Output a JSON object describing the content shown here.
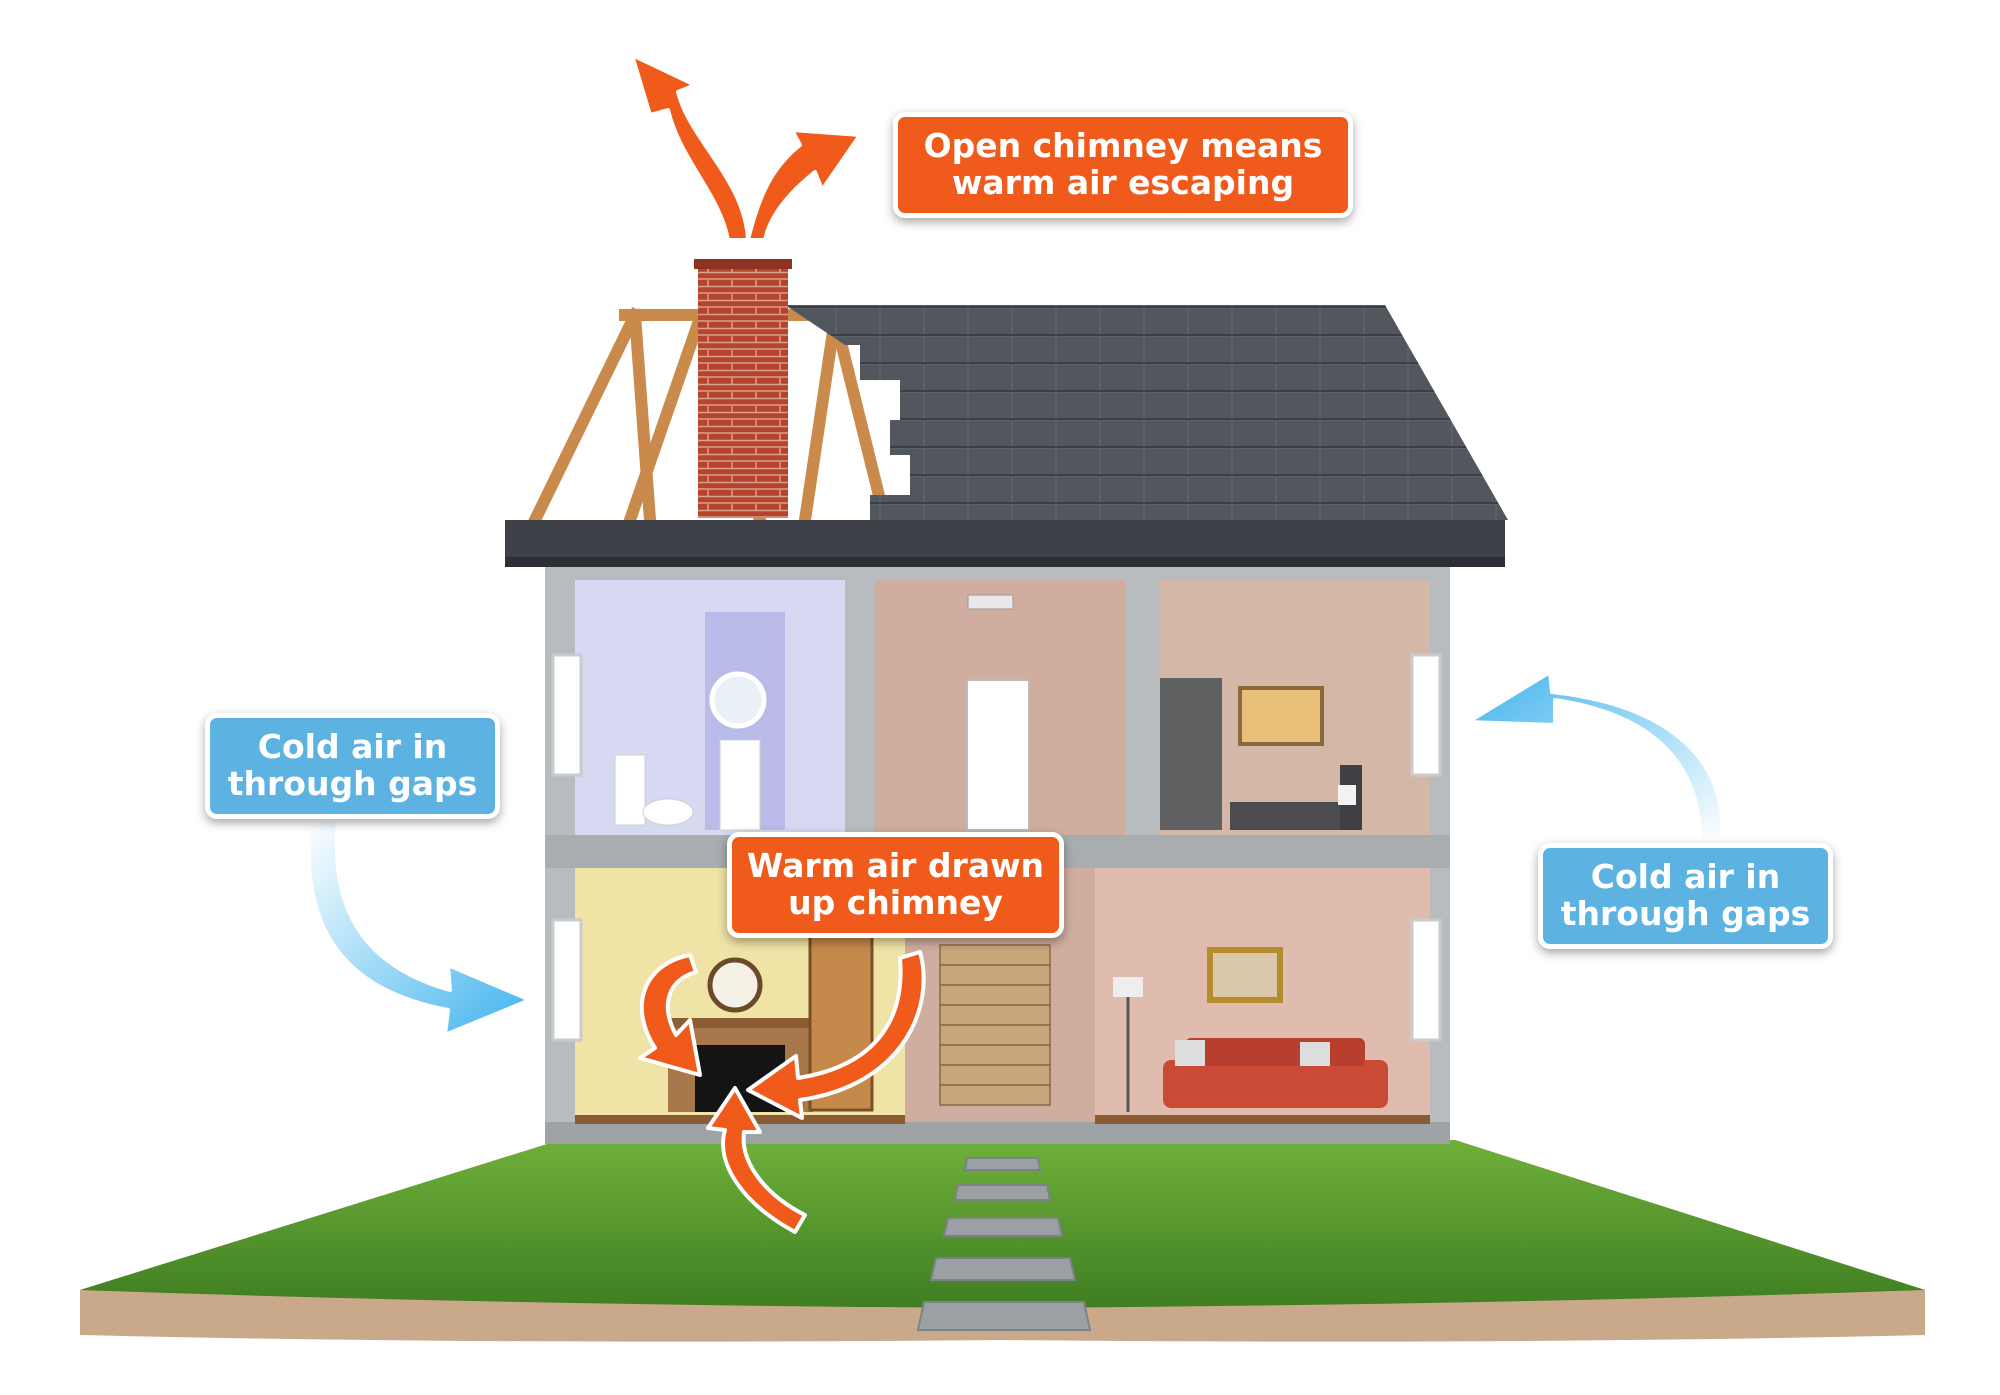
{
  "callouts": {
    "chimney_escape": {
      "line1": "Open chimney means",
      "line2": "warm air escaping"
    },
    "warm_air_drawn": {
      "line1": "Warm air drawn",
      "line2": "up chimney"
    },
    "cold_air_left": {
      "line1": "Cold air in",
      "line2": "through gaps"
    },
    "cold_air_right": {
      "line1": "Cold air in",
      "line2": "through gaps"
    }
  },
  "colors": {
    "warm_arrow": "#f05a1a",
    "cold_arrow": "#4ab8ee",
    "roof": "#55585e",
    "grass": "#5a9a2e",
    "brick": "#b5432d"
  }
}
